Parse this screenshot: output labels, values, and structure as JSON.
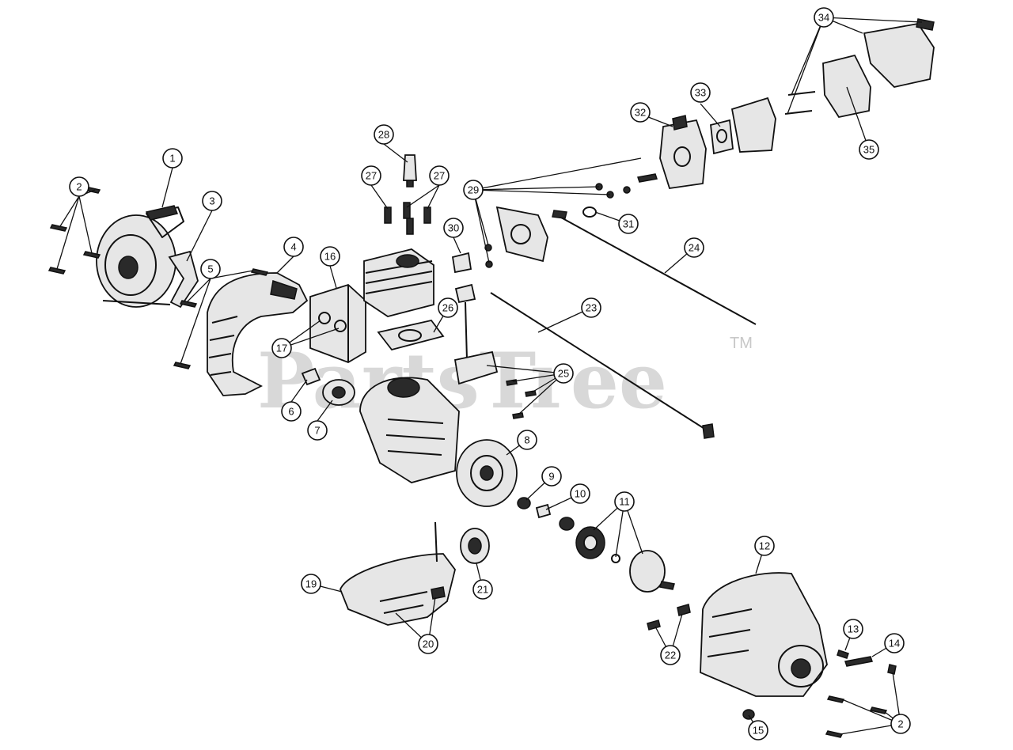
{
  "watermark": {
    "text": "PartsTree",
    "trademark": "TM"
  },
  "callouts": [
    {
      "id": "c1",
      "label": "1"
    },
    {
      "id": "c2a",
      "label": "2"
    },
    {
      "id": "c2b",
      "label": "2"
    },
    {
      "id": "c3",
      "label": "3"
    },
    {
      "id": "c4",
      "label": "4"
    },
    {
      "id": "c5",
      "label": "5"
    },
    {
      "id": "c6",
      "label": "6"
    },
    {
      "id": "c7",
      "label": "7"
    },
    {
      "id": "c8",
      "label": "8"
    },
    {
      "id": "c9",
      "label": "9"
    },
    {
      "id": "c10",
      "label": "10"
    },
    {
      "id": "c11",
      "label": "11"
    },
    {
      "id": "c12",
      "label": "12"
    },
    {
      "id": "c13",
      "label": "13"
    },
    {
      "id": "c14",
      "label": "14"
    },
    {
      "id": "c15",
      "label": "15"
    },
    {
      "id": "c16",
      "label": "16"
    },
    {
      "id": "c17",
      "label": "17"
    },
    {
      "id": "c19",
      "label": "19"
    },
    {
      "id": "c20",
      "label": "20"
    },
    {
      "id": "c21",
      "label": "21"
    },
    {
      "id": "c22",
      "label": "22"
    },
    {
      "id": "c23",
      "label": "23"
    },
    {
      "id": "c24",
      "label": "24"
    },
    {
      "id": "c25",
      "label": "25"
    },
    {
      "id": "c26",
      "label": "26"
    },
    {
      "id": "c27a",
      "label": "27"
    },
    {
      "id": "c27b",
      "label": "27"
    },
    {
      "id": "c28",
      "label": "28"
    },
    {
      "id": "c29",
      "label": "29"
    },
    {
      "id": "c30",
      "label": "30"
    },
    {
      "id": "c31",
      "label": "31"
    },
    {
      "id": "c32",
      "label": "32"
    },
    {
      "id": "c33",
      "label": "33"
    },
    {
      "id": "c34",
      "label": "34"
    },
    {
      "id": "c35",
      "label": "35"
    }
  ]
}
